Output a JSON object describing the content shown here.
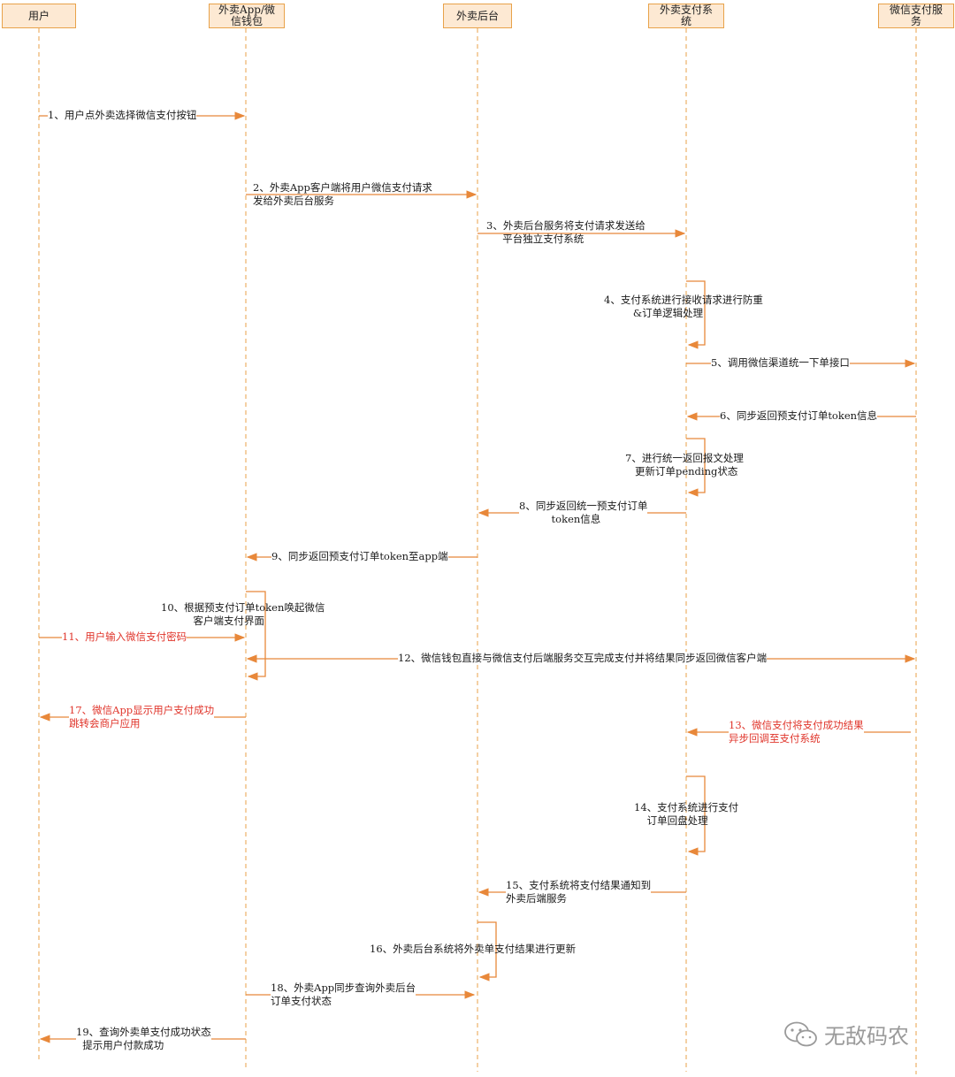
{
  "actors": {
    "user": "用户",
    "app": "外卖App/微\n信钱包",
    "backend": "外卖后台",
    "pay": "外卖支付系\n统",
    "wechat": "微信支付服\n务"
  },
  "messages": {
    "m1": "1、用户点外卖选择微信支付按钮",
    "m2": "2、外卖App客户端将用户微信支付请求\n发给外卖后台服务",
    "m3": "3、外卖后台服务将支付请求发送给\n     平台独立支付系统",
    "m4": "4、支付系统进行接收请求进行防重\n         &订单逻辑处理",
    "m5": "5、调用微信渠道统一下单接口",
    "m6": "6、同步返回预支付订单token信息",
    "m7": "7、进行统一返回报文处理\n   更新订单pending状态",
    "m8": "8、同步返回统一预支付订单\n          token信息",
    "m9": "9、同步返回预支付订单token至app端",
    "m10": "10、根据预支付订单token唤起微信\n          客户端支付界面",
    "m11": "11、用户输入微信支付密码",
    "m12": "12、微信钱包直接与微信支付后端服务交互完成支付并将结果同步返回微信客户端",
    "m13": "13、微信支付将支付成功结果\n异步回调至支付系统",
    "m14": "14、支付系统进行支付\n    订单回盘处理",
    "m15": "15、支付系统将支付结果通知到\n外卖后端服务",
    "m16": "16、外卖后台系统将外卖单支付结果进行更新",
    "m17": "17、微信App显示用户支付成功\n跳转会商户应用",
    "m18": "18、外卖App同步查询外卖后台\n订单支付状态",
    "m19": "19、查询外卖单支付成功状态\n  提示用户付款成功"
  },
  "watermark": {
    "text": "无敌码农",
    "icon": "wechat-logo-icon"
  },
  "colors": {
    "line": "#e8883a",
    "actor_fill": "#fde9d3",
    "actor_border": "#e8a24a",
    "text": "#1a1a1a",
    "highlight": "#e0352b"
  }
}
